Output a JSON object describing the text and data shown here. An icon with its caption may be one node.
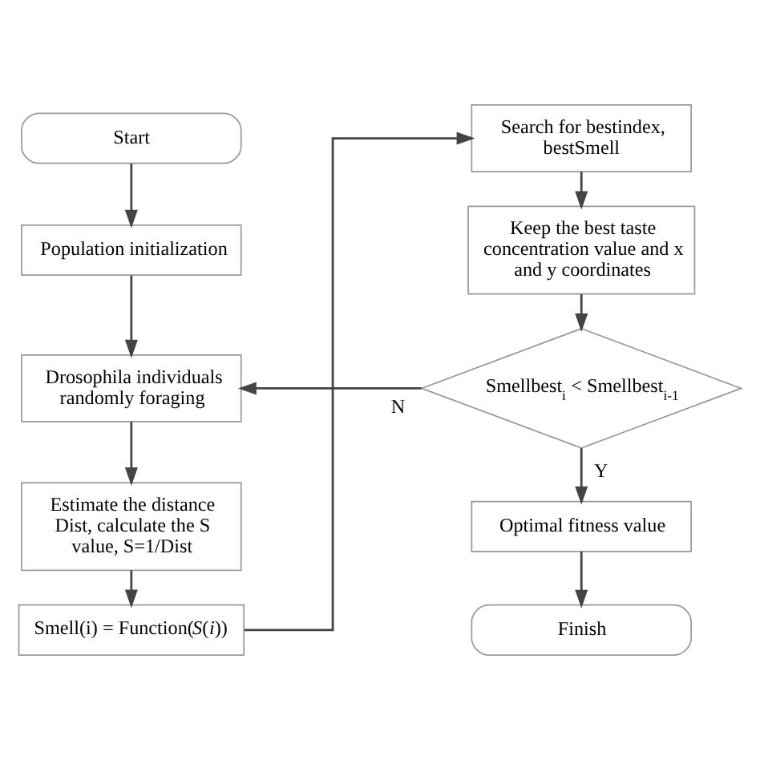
{
  "diagram": {
    "nodes": [
      {
        "text": [
          "Start"
        ]
      },
      {
        "text": [
          "Population initialization"
        ]
      },
      {
        "text": [
          "Drosophila individuals randomly foraging"
        ]
      },
      {
        "text": [
          "Estimate the distance Dist, calculate the S value, S=1/Dist"
        ]
      },
      {
        "text": [
          "Smell(i) = Function(*S*(*i*))"
        ]
      },
      {
        "text": [
          "Search for bestindex, bestSmell"
        ]
      },
      {
        "text": [
          "Keep the best taste concentration value and x and y coordinates"
        ]
      },
      {
        "text": [
          "Smellbest$_{i}$ < Smellbest$_{i-1}$"
        ]
      },
      {
        "text": [
          "Optimal fitness value"
        ]
      },
      {
        "text": [
          "Finish"
        ]
      }
    ],
    "edges": [
      {
        "from": 0,
        "to": 1,
        "arrow": "to"
      },
      {
        "from": 1,
        "to": 2,
        "arrow": "to"
      },
      {
        "from": 2,
        "to": 3,
        "arrow": "to"
      },
      {
        "from": 3,
        "to": 4,
        "arrow": "to"
      },
      {
        "from": 4,
        "to": 5,
        "arrow": "to"
      },
      {
        "from": 5,
        "to": 6,
        "arrow": "to"
      },
      {
        "from": 6,
        "to": 7,
        "arrow": "to"
      },
      {
        "from": 7,
        "to": 8,
        "label": "Y",
        "arrow": "to"
      },
      {
        "from": 8,
        "to": 9,
        "arrow": "to"
      },
      {
        "from": 7,
        "to": 2,
        "label": "N",
        "arrow": "to"
      }
    ]
  }
}
